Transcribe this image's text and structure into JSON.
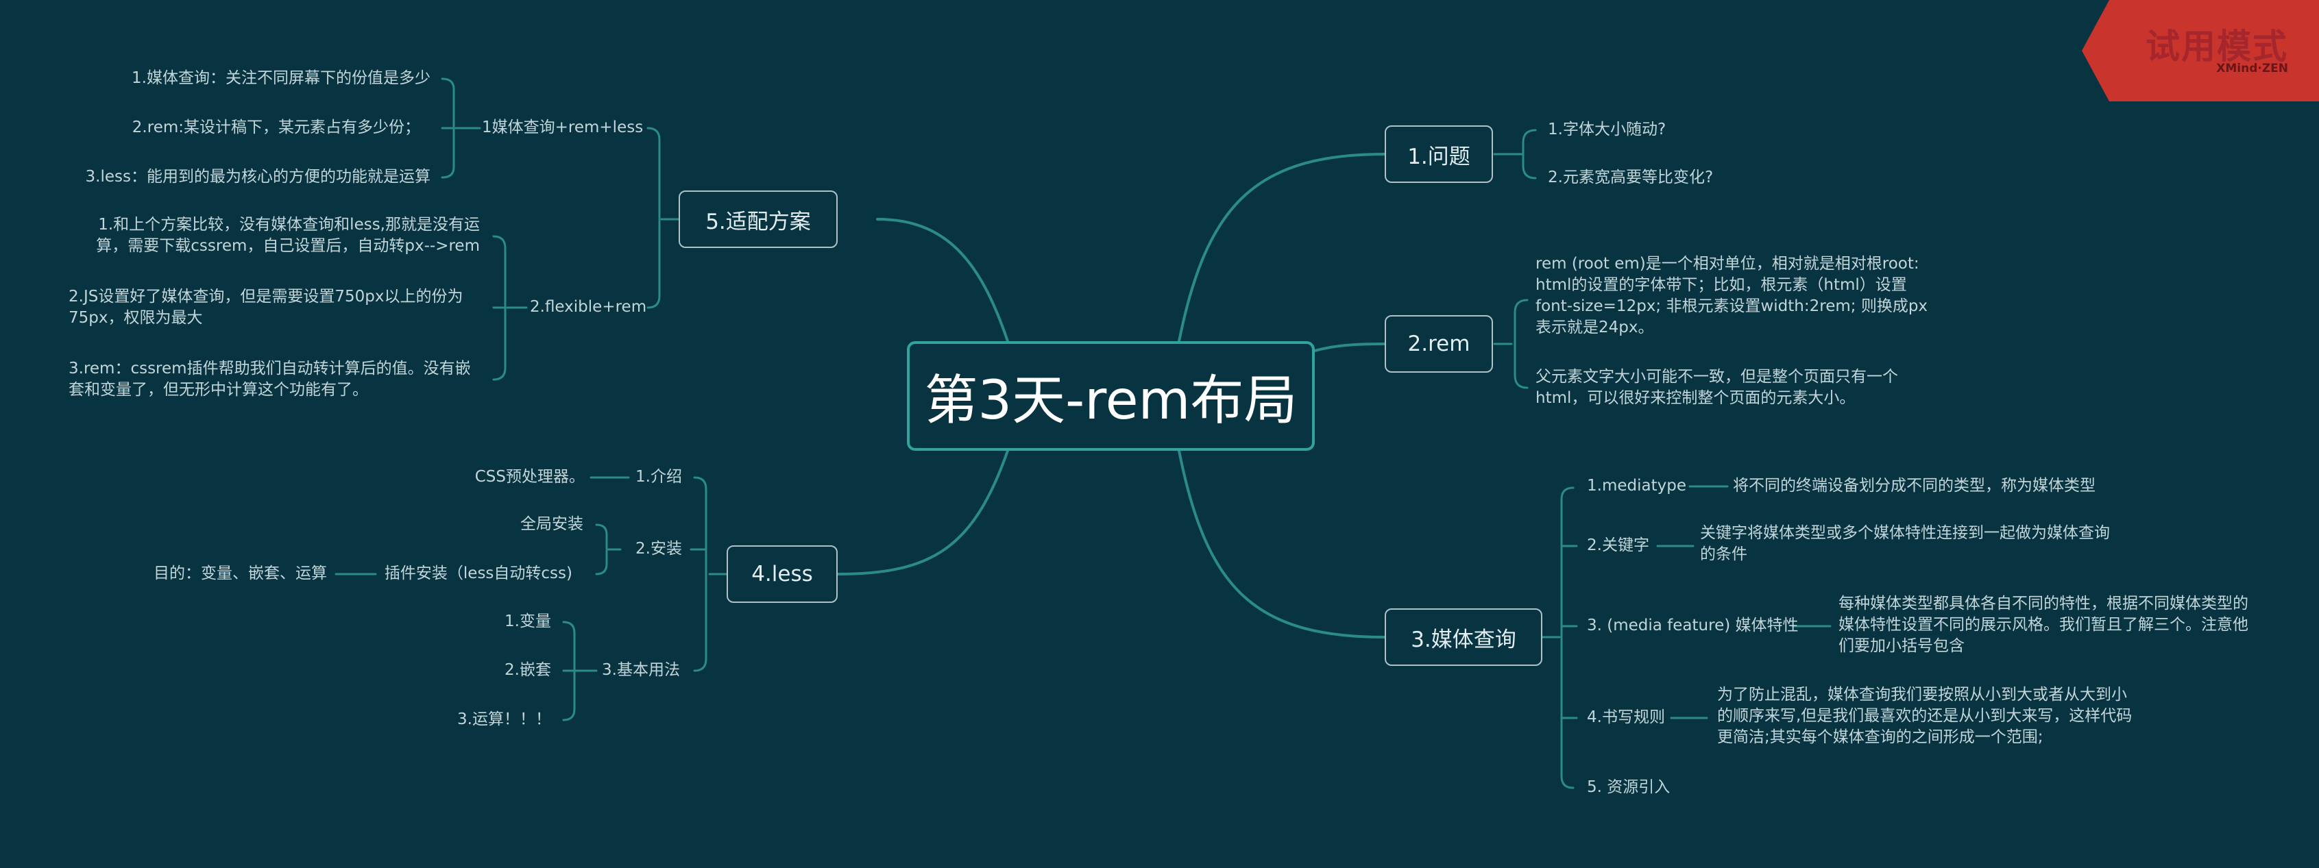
{
  "central": "第3天-rem布局",
  "watermark": {
    "title": "试用模式",
    "brand": "XMind·ZEN"
  },
  "branches": {
    "problem": {
      "label": "1.问题",
      "items": [
        "1.字体大小随动?",
        "2.元素宽高要等比变化?"
      ]
    },
    "rem": {
      "label": "2.rem",
      "items": [
        "rem (root em)是一个相对单位，相对就是相对根root: html的设置的字体带下；比如，根元素（html）设置font-size=12px; 非根元素设置width:2rem; 则换成px表示就是24px。",
        "父元素文字大小可能不一致，但是整个页面只有一个html，可以很好来控制整个页面的元素大小。"
      ]
    },
    "media": {
      "label": "3.媒体查询",
      "items": [
        {
          "label": "1.mediatype",
          "desc": "将不同的终端设备划分成不同的类型，称为媒体类型"
        },
        {
          "label": "2.关键字",
          "desc": "关键字将媒体类型或多个媒体特性连接到一起做为媒体查询的条件"
        },
        {
          "label": "3. (media feature) 媒体特性",
          "desc": "每种媒体类型都具体各自不同的特性，根据不同媒体类型的媒体特性设置不同的展示风格。我们暂且了解三个。注意他们要加小括号包含"
        },
        {
          "label": "4.书写规则",
          "desc": "为了防止混乱，媒体查询我们要按照从小到大或者从大到小的顺序来写,但是我们最喜欢的还是从小到大来写，这样代码更简洁;其实每个媒体查询的之间形成一个范围;"
        },
        {
          "label": "5. 资源引入",
          "desc": ""
        }
      ]
    },
    "less": {
      "label": "4.less",
      "intro": {
        "label": "1.介绍",
        "children": [
          "CSS预处理器。"
        ]
      },
      "install": {
        "label": "2.安装",
        "children": [
          "全局安装",
          "插件安装（less自动转css)"
        ],
        "plugin_child": "目的：变量、嵌套、运算"
      },
      "basic": {
        "label": "3.基本用法",
        "children": [
          "1.变量",
          "2.嵌套",
          "3.运算！！！"
        ]
      }
    },
    "adapt": {
      "label": "5.适配方案",
      "scheme1": {
        "label": "1媒体查询+rem+less",
        "children": [
          "1.媒体查询：关注不同屏幕下的份值是多少",
          "2.rem:某设计稿下，某元素占有多少份；",
          "3.less：能用到的最为核心的方便的功能就是运算"
        ]
      },
      "scheme2": {
        "label": "2.flexible+rem",
        "children": [
          "1.和上个方案比较，没有媒体查询和less,那就是没有运算，需要下载cssrem，自己设置后，自动转px-->rem",
          "2.JS设置好了媒体查询，但是需要设置750px以上的份为75px，权限为最大",
          "3.rem：cssrem插件帮助我们自动转计算后的值。没有嵌套和变量了，但无形中计算这个功能有了。"
        ]
      }
    }
  }
}
